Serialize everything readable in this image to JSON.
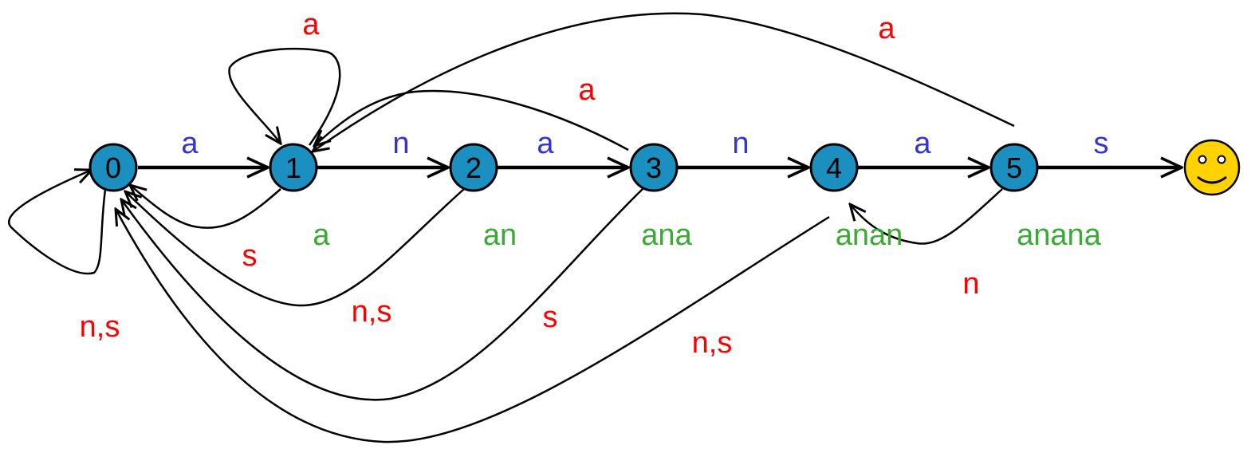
{
  "colors": {
    "state_fill": "#1a8fc0",
    "forward_label": "#3535c8",
    "back_label": "#ff0000",
    "prefix_label": "#3aaa35",
    "accept_fill": "#ffd200",
    "stroke": "#000000"
  },
  "states": [
    {
      "id": "0",
      "label": "0"
    },
    {
      "id": "1",
      "label": "1"
    },
    {
      "id": "2",
      "label": "2"
    },
    {
      "id": "3",
      "label": "3"
    },
    {
      "id": "4",
      "label": "4"
    },
    {
      "id": "5",
      "label": "5"
    }
  ],
  "accept_state": {
    "icon": "smiley-face-icon"
  },
  "forward_edges": [
    {
      "from": "0",
      "to": "1",
      "label": "a"
    },
    {
      "from": "1",
      "to": "2",
      "label": "n"
    },
    {
      "from": "2",
      "to": "3",
      "label": "a"
    },
    {
      "from": "3",
      "to": "4",
      "label": "n"
    },
    {
      "from": "4",
      "to": "5",
      "label": "a"
    },
    {
      "from": "5",
      "to": "accept",
      "label": "s"
    }
  ],
  "prefix_labels": [
    "a",
    "an",
    "ana",
    "anan",
    "anana"
  ],
  "back_edges": [
    {
      "from": "1",
      "to": "1",
      "label": "a"
    },
    {
      "from": "0",
      "to": "0",
      "label": "n,s"
    },
    {
      "from": "1",
      "to": "0",
      "label": "s"
    },
    {
      "from": "2",
      "to": "0",
      "label": "n,s"
    },
    {
      "from": "3",
      "to": "0",
      "label": "s"
    },
    {
      "from": "4",
      "to": "0",
      "label": "n,s"
    },
    {
      "from": "3",
      "to": "1",
      "label": "a"
    },
    {
      "from": "5",
      "to": "1",
      "label": "a"
    },
    {
      "from": "5",
      "to": "4",
      "label": "n"
    }
  ]
}
